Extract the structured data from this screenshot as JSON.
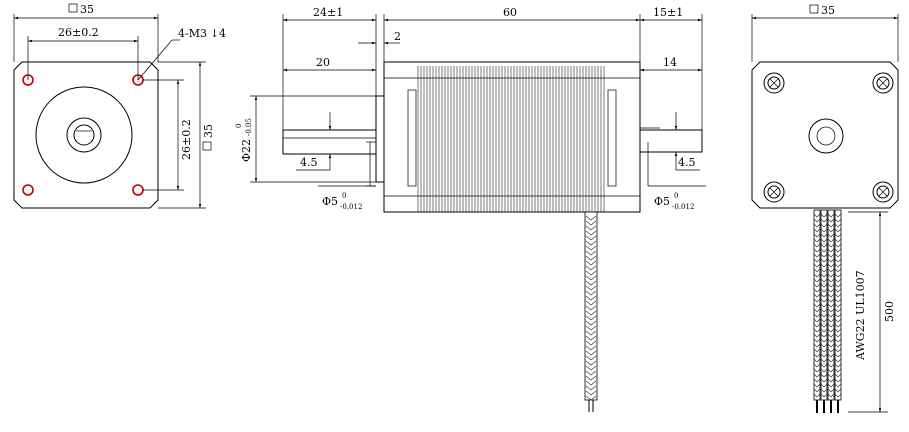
{
  "front_view": {
    "square_label": "35",
    "hole_spacing_x": "26±0.2",
    "hole_spacing_y": "26±0.2",
    "height_label": "35",
    "mounting_holes": "4-M3",
    "thread_depth": "4"
  },
  "side_view": {
    "front_length": "24±1",
    "front_shaft": "20",
    "flange": "2",
    "body_length": "60",
    "rear_length": "15±1",
    "rear_shaft": "14",
    "boss_diameter": "Φ22",
    "boss_tol_upper": "0",
    "boss_tol_lower": "-0.05",
    "front_flat": "4.5",
    "rear_flat": "4.5",
    "shaft_diameter_front": "Φ5",
    "shaft_diameter_rear": "Φ5",
    "shaft_tol_upper": "0",
    "shaft_tol_lower": "-0.012"
  },
  "rear_view": {
    "square_label": "35",
    "wire_spec": "AWG22 UL1007",
    "lead_length": "500"
  },
  "colors": {
    "line": "#000000",
    "hole_ring": "#c00000"
  }
}
